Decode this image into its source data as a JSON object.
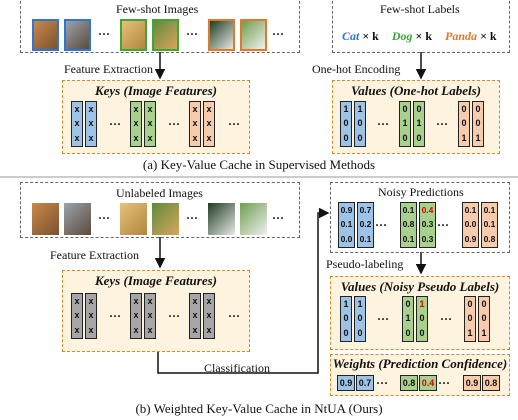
{
  "top": {
    "images_label": "Few-shot Images",
    "labels_title": "Few-shot Labels",
    "class_labels": [
      {
        "name": "Cat",
        "suffix": " × k",
        "color": "#2e75d6"
      },
      {
        "name": "Dog",
        "suffix": " × k",
        "color": "#3fa535"
      },
      {
        "name": "Panda",
        "suffix": " × k",
        "color": "#e07a2a"
      }
    ],
    "feature_extraction": "Feature Extraction",
    "one_hot": "One-hot Encoding",
    "keys_title": "Keys (Image Features)",
    "values_title": "Values (One-hot Labels)",
    "key_glyph": "x",
    "onehot_vectors": [
      [
        "1",
        "0",
        "0"
      ],
      [
        "1",
        "0",
        "0"
      ],
      [
        "0",
        "1",
        "0"
      ],
      [
        "0",
        "1",
        "0"
      ],
      [
        "0",
        "0",
        "1"
      ],
      [
        "0",
        "0",
        "1"
      ]
    ],
    "ellipsis": "···",
    "caption": "(a) Key-Value Cache in Supervised Methods"
  },
  "bottom": {
    "images_label": "Unlabeled Images",
    "feature_extraction": "Feature Extraction",
    "keys_title": "Keys (Image Features)",
    "noisy_title": "Noisy Predictions",
    "pseudo_labeling": "Pseudo-labeling",
    "classification": "Classification",
    "values_title": "Values (Noisy Pseudo Labels)",
    "weights_title": "Weights (Prediction Confidence)",
    "key_glyph": "x",
    "predictions": [
      [
        "0.9",
        "0.1",
        "0.0"
      ],
      [
        "0.7",
        "0.2",
        "0.1"
      ],
      [
        "0.1",
        "0.8",
        "0.1"
      ],
      [
        "0.4",
        "0.3",
        "0.3"
      ],
      [
        "0.1",
        "0.0",
        "0.9"
      ],
      [
        "0.1",
        "0.1",
        "0.8"
      ]
    ],
    "pseudo_vectors": [
      [
        "1",
        "0",
        "0"
      ],
      [
        "1",
        "0",
        "0"
      ],
      [
        "0",
        "1",
        "0"
      ],
      [
        "1",
        "0",
        "0"
      ],
      [
        "0",
        "0",
        "1"
      ],
      [
        "0",
        "0",
        "1"
      ]
    ],
    "weights": [
      "0.9",
      "0.7",
      "0.8",
      "0.4",
      "0.9",
      "0.8"
    ],
    "ellipsis": "···",
    "caption": "(b) Weighted Key-Value Cache in NtUA (Ours)"
  },
  "colors": {
    "cat": "#2e75d6",
    "dog": "#3fa535",
    "panda": "#e07a2a",
    "highlight": "#e00000",
    "gray": "#a6a6a6"
  }
}
